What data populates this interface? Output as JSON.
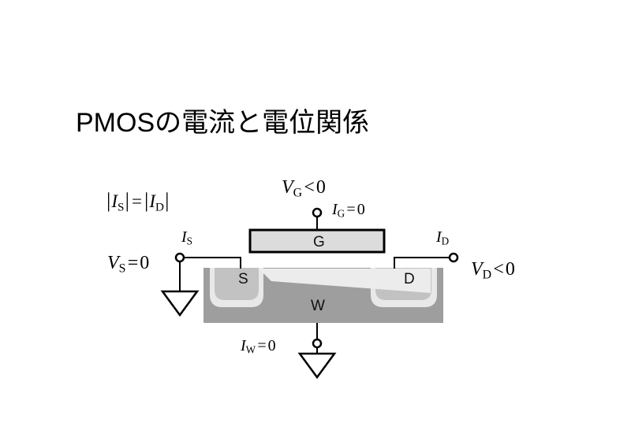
{
  "slide": {
    "title": "PMOSの電流と電位関係",
    "background_color": "#ffffff"
  },
  "colors": {
    "well_fill": "#9e9e9e",
    "sd_fill": "#c2c2c2",
    "halo_fill": "#e8e8e8",
    "channel_fill": "#ececec",
    "gate_fill": "#dcdcdc",
    "gate_border": "#000000",
    "wire": "#000000",
    "text": "#000000"
  },
  "device": {
    "gate_label": "G",
    "source_label": "S",
    "drain_label": "D",
    "well_label": "W"
  },
  "annotations": {
    "current_equality": {
      "I": "I",
      "sub_s": "S",
      "sub_d": "D",
      "op": "=",
      "bar": "|"
    },
    "gate_voltage": {
      "V": "V",
      "sub": "G",
      "op": "<",
      "value": "0"
    },
    "gate_current": {
      "I": "I",
      "sub": "G",
      "op": "=",
      "value": "0"
    },
    "source_voltage": {
      "V": "V",
      "sub": "S",
      "op": "=",
      "value": "0"
    },
    "drain_voltage": {
      "V": "V",
      "sub": "D",
      "op": "<",
      "value": "0"
    },
    "source_current": {
      "I": "I",
      "sub": "S"
    },
    "drain_current": {
      "I": "I",
      "sub": "D"
    },
    "well_current": {
      "I": "I",
      "sub": "W",
      "op": "=",
      "value": "0"
    }
  }
}
